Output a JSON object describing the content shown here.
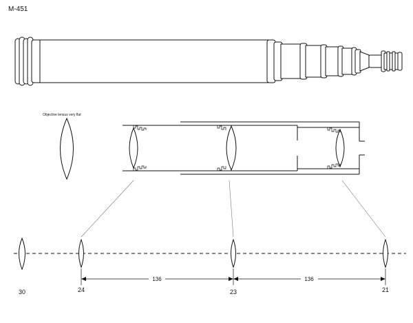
{
  "title": "M-451",
  "note": "Objective lensus very flat",
  "axis_labels": [
    "30",
    "24",
    "23",
    "21"
  ],
  "dimensions": [
    "136",
    "136"
  ]
}
